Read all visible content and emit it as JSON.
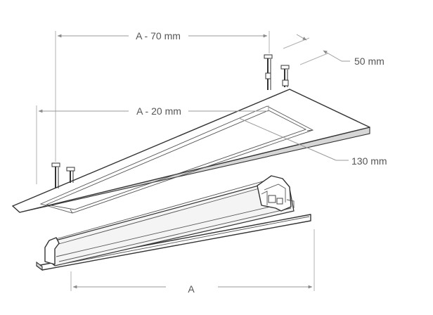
{
  "dimensions": {
    "top_width": "A - 70 mm",
    "inner_width": "A - 20 mm",
    "depth": "50 mm",
    "height": "130 mm",
    "overall": "A"
  },
  "colors": {
    "outline": "#333333",
    "dimension": "#9a9a9a",
    "label": "#555555"
  }
}
